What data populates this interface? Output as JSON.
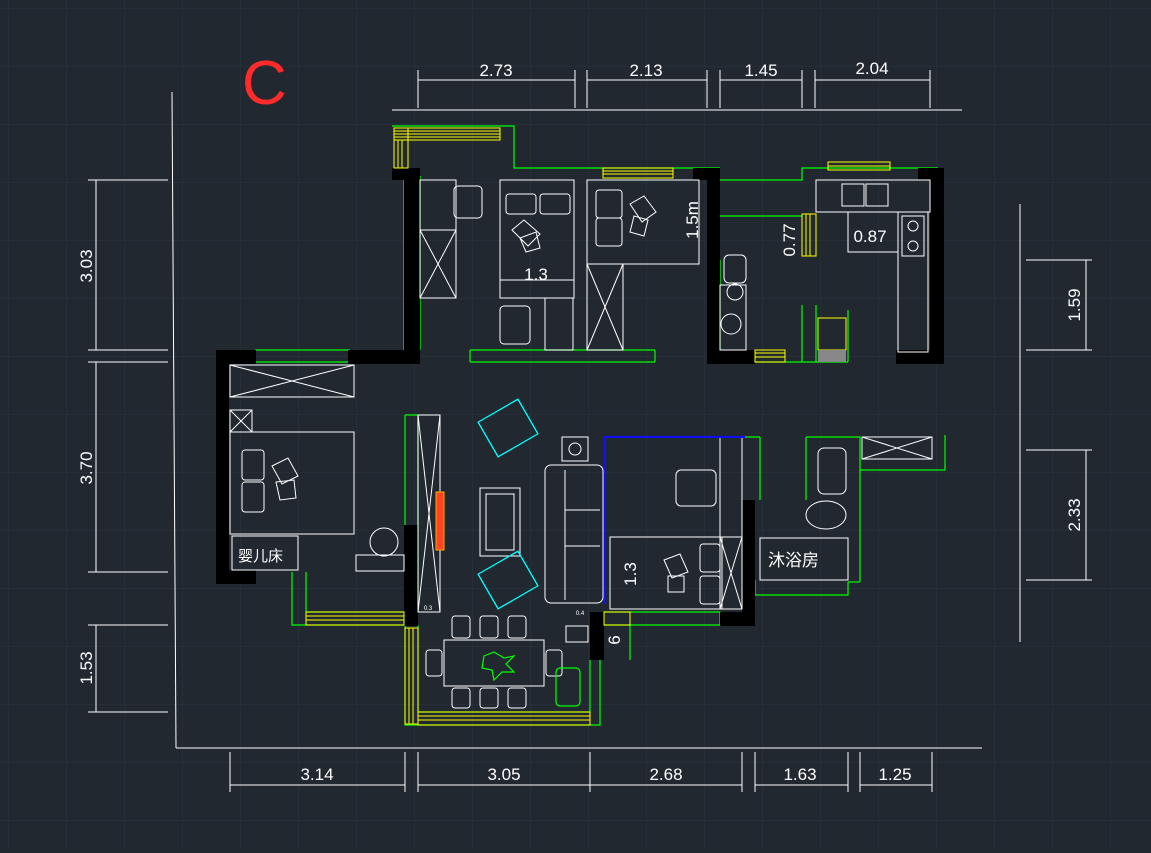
{
  "plan_letter": "C",
  "colors": {
    "background": "#212830",
    "grid": "#2c343e",
    "wall": "#00ff00",
    "wall_fill": "#000000",
    "window": "#ffff00",
    "dimension": "#ffffff",
    "furniture": "#ffffff",
    "sofa": "#00ffff",
    "partition": "#0000ff",
    "accent_red": "#ff2a2a"
  },
  "top_dimensions": [
    "2.73",
    "2.13",
    "1.45",
    "2.04"
  ],
  "bottom_dimensions": [
    "3.14",
    "3.05",
    "2.68",
    "1.63",
    "1.25"
  ],
  "left_dimensions": [
    "3.03",
    "3.70",
    "1.53"
  ],
  "right_dimensions": [
    "1.59",
    "2.33"
  ],
  "room_labels": {
    "crib": "婴儿床",
    "shower": "沐浴房"
  },
  "inner_dimensions": {
    "bed_width_a": "1.3",
    "bed_length": "1.5m",
    "corridor": "0.77",
    "kitchen_counter": "0.87",
    "bed_width_b": "1.3",
    "wall_gap": "6",
    "small_a": "0.3",
    "small_b": "0.4"
  }
}
